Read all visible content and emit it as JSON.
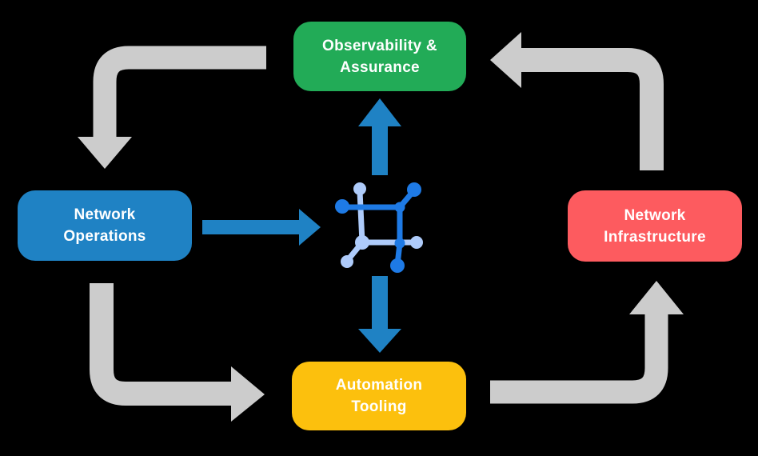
{
  "diagram": {
    "title": "Network automation cycle diagram",
    "colors": {
      "background": "#000000",
      "cycle_arrow": "#cccccc",
      "center_arrow": "#1f82c4",
      "icon_dark": "#1e7ae5",
      "icon_light": "#aecbfa",
      "node_text": "#ffffff",
      "node_observability": "#22ab57",
      "node_operations": "#1f82c4",
      "node_infrastructure": "#fd5b5f",
      "node_tooling": "#fcc00d"
    },
    "nodes": {
      "observability": {
        "line1": "Observability &",
        "line2": "Assurance"
      },
      "operations": {
        "line1": "Network",
        "line2": "Operations"
      },
      "infrastructure": {
        "line1": "Network",
        "line2": "Infrastructure"
      },
      "tooling": {
        "line1": "Automation",
        "line2": "Tooling"
      }
    },
    "icon": {
      "name": "network-automation-icon"
    }
  }
}
